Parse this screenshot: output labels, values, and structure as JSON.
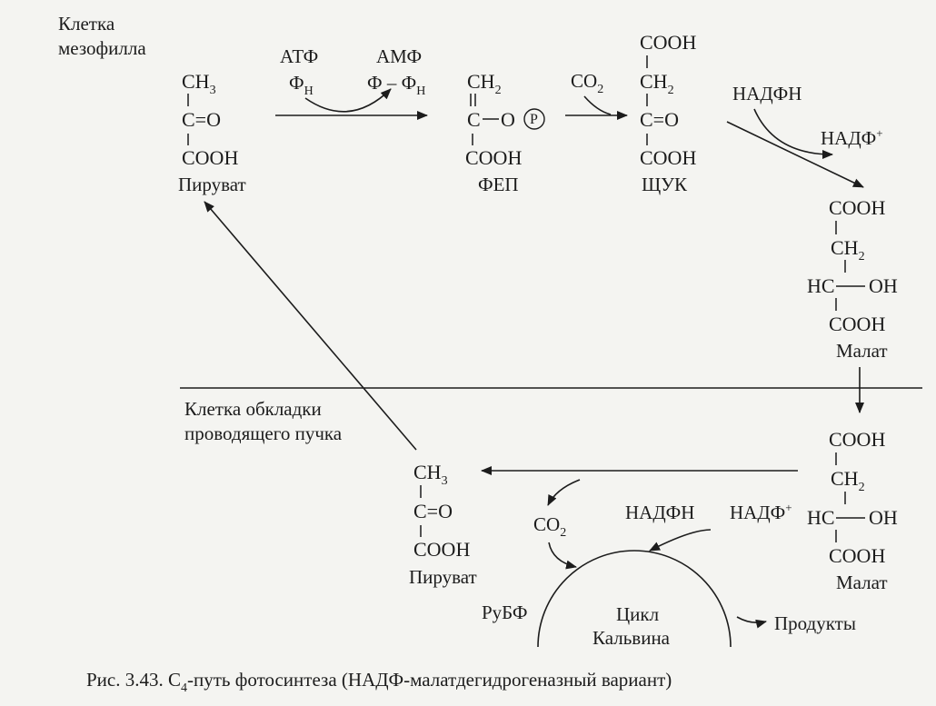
{
  "cell_mesophyll": [
    "Клетка",
    "мезофилла"
  ],
  "cell_sheath": [
    "Клетка обкладки",
    "проводящего пучка"
  ],
  "pyruvate": {
    "ch3": "CH",
    "ch3_sub": "3",
    "co": "C=O",
    "cooh": "COOH",
    "name": "Пируват"
  },
  "pep": {
    "ch2": "CH",
    "ch2_sub": "2",
    "c": "C",
    "o": "O",
    "p": "P",
    "cooh": "COOH",
    "name": "ФЕП"
  },
  "oaa": {
    "cooh1": "COOH",
    "ch2": "CH",
    "ch2_sub": "2",
    "co": "C=O",
    "cooh2": "COOH",
    "name": "ЩУК"
  },
  "malate": {
    "cooh1": "COOH",
    "ch2": "CH",
    "ch2_sub": "2",
    "hc": "HC",
    "oh": "OH",
    "cooh2": "COOH",
    "name": "Малат"
  },
  "cofactors": {
    "atf": "АТФ",
    "fn": "Ф",
    "fn_sub": "Н",
    "amf": "АМФ",
    "fn2": "Ф – Ф",
    "fn2_sub": "Н",
    "co2": "CO",
    "co2_sub": "2",
    "nadph": "НАДФН",
    "nadp": "НАДФ",
    "nadp_sup": "+"
  },
  "calvin": {
    "line1": "Цикл",
    "line2": "Кальвина",
    "rubp": "РуБФ",
    "products": "Продукты"
  },
  "caption": {
    "prefix": "Рис. 3.43. С",
    "sub": "4",
    "rest": "-путь фотосинтеза (НАДФ-малатдегидрогеназный вариант)"
  }
}
